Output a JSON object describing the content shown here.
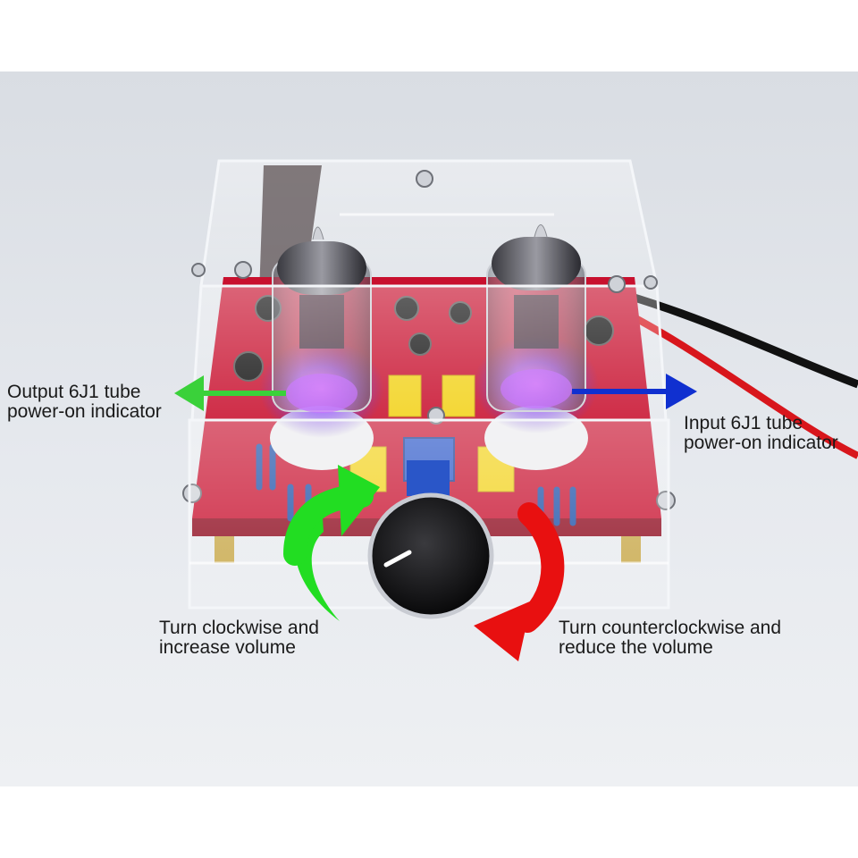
{
  "annotations": {
    "output_indicator": {
      "line1": "Output 6J1 tube",
      "line2": "power-on indicator"
    },
    "input_indicator": {
      "line1": "Input 6J1 tube",
      "line2": "power-on indicator"
    },
    "clockwise": {
      "line1": "Turn clockwise and",
      "line2": "increase volume"
    },
    "counterclockwise": {
      "line1": "Turn counterclockwise and",
      "line2": "reduce the volume"
    }
  },
  "colors": {
    "background": "#e4e7ec",
    "pcb": "#c8102e",
    "tube_glow": "#7b3cff",
    "output_arrow": "#3ad13a",
    "input_arrow": "#1030d0",
    "clockwise_arrow": "#22dd22",
    "counterclockwise_arrow": "#e81010",
    "capacitor": "#f2d21a"
  },
  "icons": [
    "arrow-left-icon",
    "arrow-right-icon",
    "clockwise-arrow-icon",
    "counterclockwise-arrow-icon",
    "volume-knob-icon"
  ]
}
